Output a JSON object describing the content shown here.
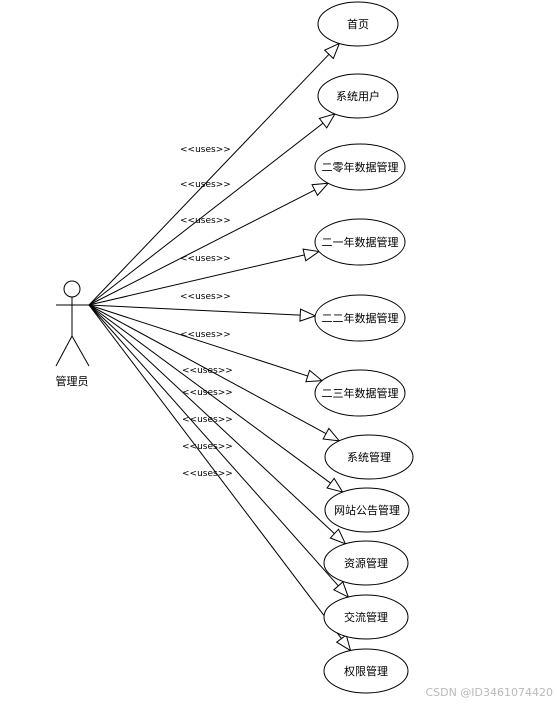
{
  "actor": {
    "label": "管理员"
  },
  "relation_label": "<<uses>>",
  "use_cases": [
    {
      "label": "首页"
    },
    {
      "label": "系统用户"
    },
    {
      "label": "二零年数据管理"
    },
    {
      "label": "二一年数据管理"
    },
    {
      "label": "二二年数据管理"
    },
    {
      "label": "二三年数据管理"
    },
    {
      "label": "系统管理"
    },
    {
      "label": "网站公告管理"
    },
    {
      "label": "资源管理"
    },
    {
      "label": "交流管理"
    },
    {
      "label": "权限管理"
    }
  ],
  "watermark": "CSDN @ID3461074420"
}
